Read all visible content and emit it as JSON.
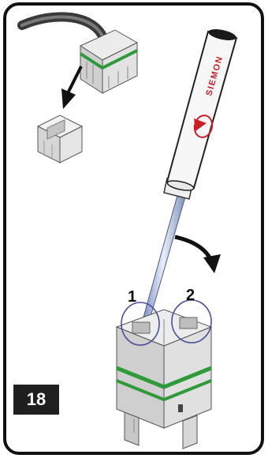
{
  "tool": {
    "brand": "SIEMON"
  },
  "callouts": {
    "first": "1",
    "second": "2"
  },
  "step": {
    "number": "18"
  },
  "colors": {
    "frame": "#111111",
    "accent_green": "#2f9a3a",
    "circle_outline": "#4a4f9a",
    "brand_red": "#c82027",
    "badge_bg": "#1f1f1f"
  }
}
